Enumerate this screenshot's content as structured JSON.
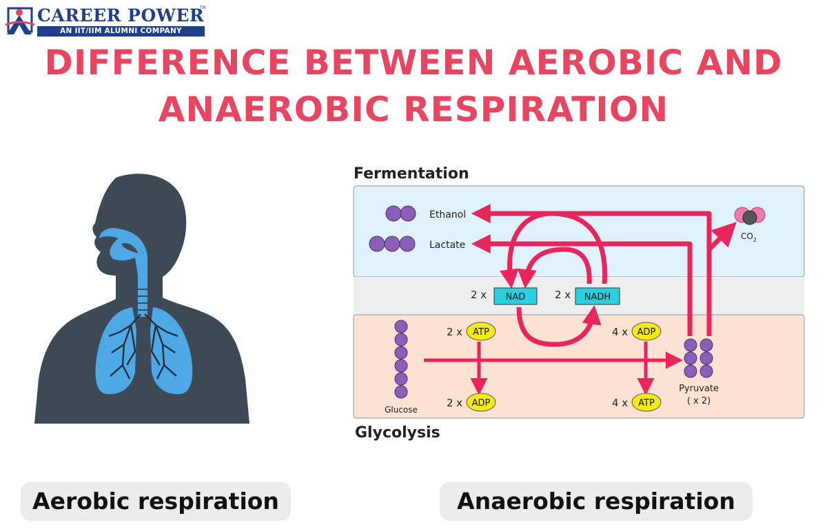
{
  "logo": {
    "brand": "CAREER POWER",
    "trademark": "TM",
    "tagline": "AN IIT/IIM ALUMNI COMPANY"
  },
  "title": {
    "line1": "DIFFERENCE BETWEEN AEROBIC AND",
    "line2": "ANAEROBIC RESPIRATION"
  },
  "captions": {
    "aerobic": "Aerobic respiration",
    "anaerobic": "Anaerobic respiration"
  },
  "diagram": {
    "top_label": "Fermentation",
    "bottom_label": "Glycolysis",
    "ethanol": "Ethanol",
    "lactate": "Lactate",
    "co2": "CO",
    "co2_sub": "2",
    "nad_mult": "2 x",
    "nad": "NAD",
    "nadh_mult": "2 x",
    "nadh": "NADH",
    "atp_in_mult": "2 x",
    "atp_in": "ATP",
    "adp_out_mult": "2 x",
    "adp_out": "ADP",
    "adp_in_mult": "4 x",
    "adp_in": "ADP",
    "atp_out_mult": "4 x",
    "atp_out": "ATP",
    "glucose": "Glucose",
    "pyruvate": "Pyruvate",
    "pyruvate_count": "( x 2)"
  },
  "colors": {
    "title": "#e84560",
    "brand": "#1f3f88",
    "arrow": "#e8265c",
    "silhouette": "#3d4a55",
    "lungs": "#4fa8e6",
    "fermentation_bg": "#dff1fb",
    "glycolysis_bg": "#fbe2d2",
    "middle_bg": "#eeeeee",
    "molecule": "#8b5fb8",
    "atp": "#f4ea16",
    "nad": "#2ad0e0"
  }
}
